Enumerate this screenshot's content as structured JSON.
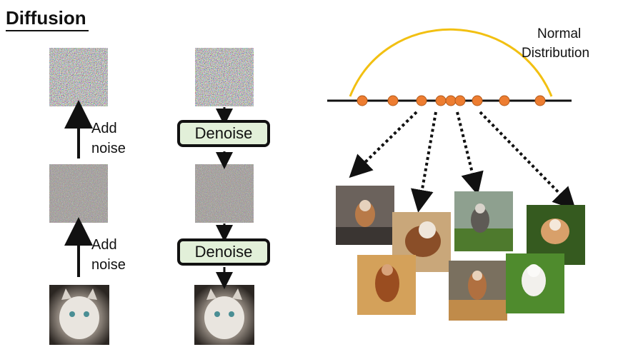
{
  "title": "Diffusion",
  "left_column": {
    "add_noise_label_1": "Add noise",
    "add_noise_label_2": "Add noise"
  },
  "middle_column": {
    "denoise_label_1": "Denoise",
    "denoise_label_2": "Denoise"
  },
  "right_panel": {
    "curve_label_line1": "Normal",
    "curve_label_line2": "Distribution"
  },
  "colors": {
    "curve": "#f2c012",
    "sample_dot": "#ed7d31",
    "denoise_fill": "#e2f0d9",
    "arrow": "#111111"
  }
}
